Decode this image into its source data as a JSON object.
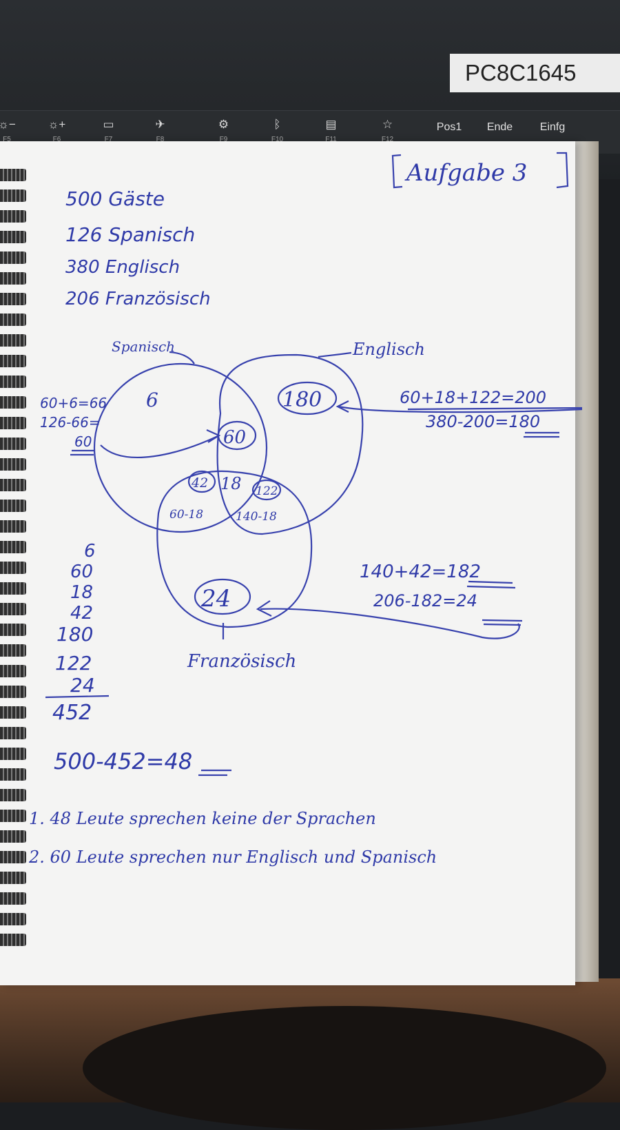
{
  "sticker": {
    "code": "PC8C1645"
  },
  "keyboard": {
    "keys": [
      {
        "label": "F5",
        "icon": "brightness-down-icon",
        "glyph": "☼−"
      },
      {
        "label": "F6",
        "icon": "brightness-up-icon",
        "glyph": "☼+"
      },
      {
        "label": "F7",
        "icon": "display-switch-icon",
        "glyph": "▭"
      },
      {
        "label": "F8",
        "icon": "airplane-mode-icon",
        "glyph": "✈"
      },
      {
        "label": "F9",
        "icon": "settings-icon",
        "glyph": "⚙"
      },
      {
        "label": "F10",
        "icon": "bluetooth-icon",
        "glyph": "ᛒ"
      },
      {
        "label": "F11",
        "icon": "keyboard-icon",
        "glyph": "▤"
      },
      {
        "label": "F12",
        "icon": "star-icon",
        "glyph": "☆"
      }
    ],
    "nav_keys": [
      "Pos1",
      "Ende",
      "Einfg"
    ]
  },
  "notes": {
    "title": "Aufgabe 3",
    "given": [
      "500 Gäste",
      "126 Spanisch",
      "380 Englisch",
      "206 Französisch"
    ],
    "set_labels": {
      "spanish": "Spanisch",
      "english": "Englisch",
      "french": "Französisch"
    },
    "regions": {
      "spanish_only": "6",
      "english_only": "180",
      "spanish_english": "60",
      "all_three": "18",
      "spanish_french": "42",
      "english_french": "122",
      "french_only": "24",
      "spanish_french_calc": "60-18",
      "english_french_calc": "140-18"
    },
    "left_calc": [
      "60+6=66",
      "126-66=",
      "60"
    ],
    "english_calc": [
      "60+18+122=200",
      "380-200=180"
    ],
    "french_calc": [
      "140+42=182",
      "206-182=24"
    ],
    "sum_column": [
      "6",
      "60",
      "18",
      "42",
      "180",
      "122",
      "24"
    ],
    "sum_total": "452",
    "difference": "500-452=48",
    "answers": [
      "1. 48 Leute sprechen keine der Sprachen",
      "2. 60 Leute sprechen nur Englisch und Spanisch"
    ]
  }
}
